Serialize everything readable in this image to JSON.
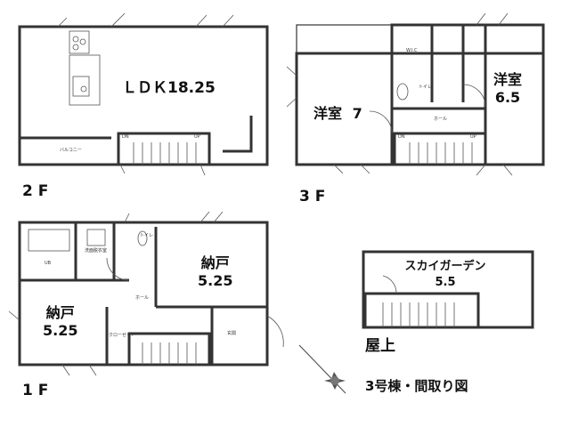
{
  "floors": {
    "f2": {
      "label": "2 F",
      "rooms": {
        "ldk": "ＬＤＫ18.25",
        "balcony": "バルコニー",
        "stairs_dn": "DN",
        "stairs_up": "UP"
      }
    },
    "f3": {
      "label": "3 F",
      "rooms": {
        "western7_name": "洋室",
        "western7_size": "7",
        "western65_name": "洋室",
        "western65_size": "6.5",
        "wic": "W.I.C",
        "toilet": "トイレ",
        "hall": "ホール",
        "stairs_dn": "DN",
        "stairs_up": "UP"
      }
    },
    "f1": {
      "label": "1 F",
      "rooms": {
        "storage_a_name": "納戸",
        "storage_a_size": "5.25",
        "storage_b_name": "納戸",
        "storage_b_size": "5.25",
        "bath": "UB",
        "washroom": "洗面脱衣室",
        "toilet": "トイレ",
        "hall": "ホール",
        "entrance": "玄関",
        "closet": "クローゼット"
      }
    },
    "roof": {
      "label": "屋上",
      "rooms": {
        "sky_garden_name": "スカイガーデン",
        "sky_garden_size": "5.5"
      }
    }
  },
  "caption": "3号棟・間取り図",
  "compass": {
    "icon": "north-arrow-compass-icon"
  },
  "colors": {
    "wall": "#333333",
    "line": "#555555",
    "background": "#ffffff"
  }
}
